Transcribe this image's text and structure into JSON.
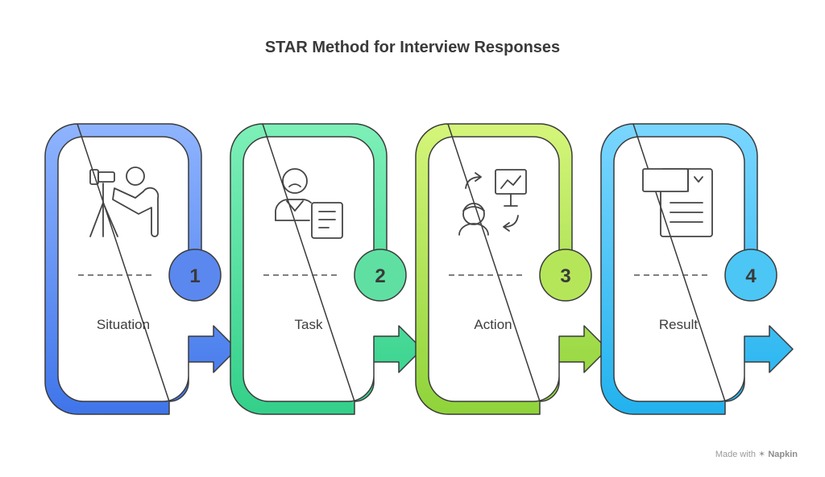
{
  "title": "STAR Method for Interview Responses",
  "steps": [
    {
      "number": "1",
      "label": "Situation",
      "icon": "photographer-camera-icon",
      "color_top": "#8fb4ff",
      "color_bottom": "#3f75ea"
    },
    {
      "number": "2",
      "label": "Task",
      "icon": "person-document-icon",
      "color_top": "#7df0b8",
      "color_bottom": "#33d08a"
    },
    {
      "number": "3",
      "label": "Action",
      "icon": "person-chart-arrows-icon",
      "color_top": "#d5f57a",
      "color_bottom": "#8fd33a"
    },
    {
      "number": "4",
      "label": "Result",
      "icon": "dropdown-document-icon",
      "color_top": "#7ad6ff",
      "color_bottom": "#22b2ee"
    }
  ],
  "credit": {
    "prefix": "Made with",
    "brand": "Napkin"
  }
}
